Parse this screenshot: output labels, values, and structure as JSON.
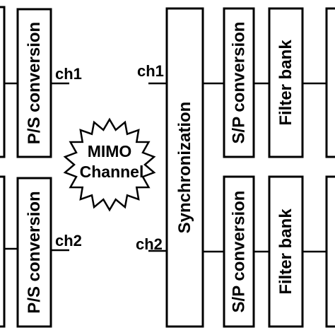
{
  "blocks": {
    "ps_conversion_top": "P/S conversion",
    "ps_conversion_bottom": "P/S conversion",
    "synchronization": "Synchronization",
    "sp_conversion_top": "S/P conversion",
    "sp_conversion_bottom": "S/P conversion",
    "filter_bank_top": "Filter bank",
    "filter_bank_bottom": "Filter bank"
  },
  "channels": {
    "tx_ch1": "ch1",
    "tx_ch2": "ch2",
    "rx_ch1": "ch1",
    "rx_ch2": "ch2"
  },
  "mimo": {
    "line1": "MIMO",
    "line2": "Channel"
  }
}
